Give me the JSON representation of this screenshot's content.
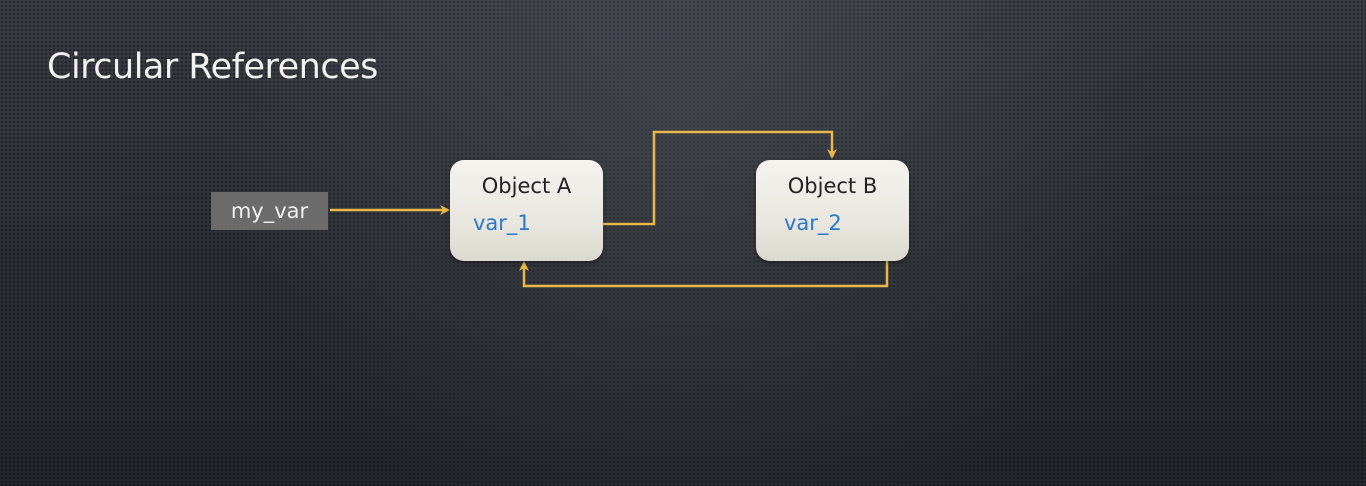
{
  "slide": {
    "title": "Circular References"
  },
  "diagram": {
    "variable": {
      "label": "my_var"
    },
    "objects": [
      {
        "title": "Object A",
        "field": "var_1"
      },
      {
        "title": "Object B",
        "field": "var_2"
      }
    ],
    "connector_color": "#e8b84a",
    "field_color": "#2a78c8"
  }
}
